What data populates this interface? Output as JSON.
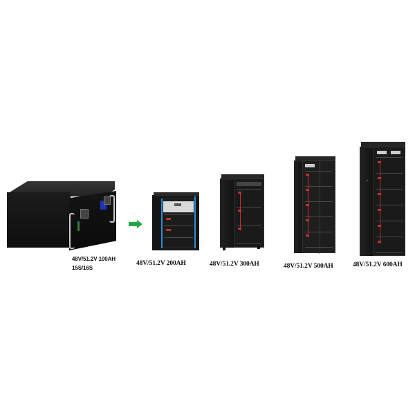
{
  "image": {
    "background": "#ffffff",
    "arrow_color": "#1fa843"
  },
  "products": [
    {
      "id": "module",
      "label": "48V/51.2V 100AH",
      "sublabel": "15S/16S"
    },
    {
      "id": "cabinet-200",
      "label": "48V/51.2V 200AH"
    },
    {
      "id": "cabinet-300",
      "label": "48V/51.2V 300AH"
    },
    {
      "id": "cabinet-500",
      "label": "48V/51.2V 500AH"
    },
    {
      "id": "cabinet-600",
      "label": "48V/51.2V 600AH"
    }
  ]
}
